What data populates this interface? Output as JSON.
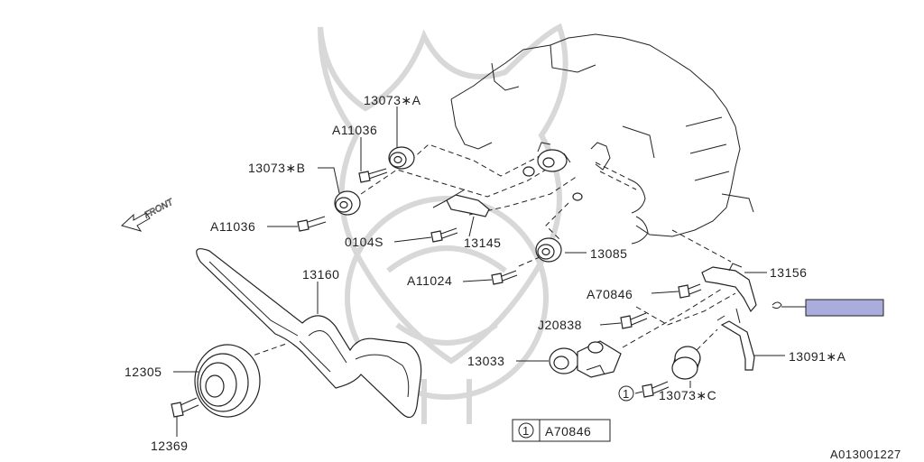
{
  "labels": {
    "p13073a": "13073∗A",
    "p11036a": "A11036",
    "p13073b": "13073∗B",
    "p11036b": "A11036",
    "p0104s": "0104S",
    "p13145": "13145",
    "p13085": "13085",
    "p11024": "A11024",
    "p13160": "13160",
    "p13156": "13156",
    "p70846": "A70846",
    "pj20838": "J20838",
    "p13033": "13033",
    "p13091a": "13091∗A",
    "p12305": "12305",
    "p13073c": "13073∗C",
    "p12369": "12369",
    "callout1": "1"
  },
  "front_text": "FRONT",
  "legend": {
    "number": "1",
    "part": "A70846"
  },
  "diagram_id": "A013001227",
  "colors": {
    "highlight": "#a9acdc",
    "line": "#222222"
  }
}
